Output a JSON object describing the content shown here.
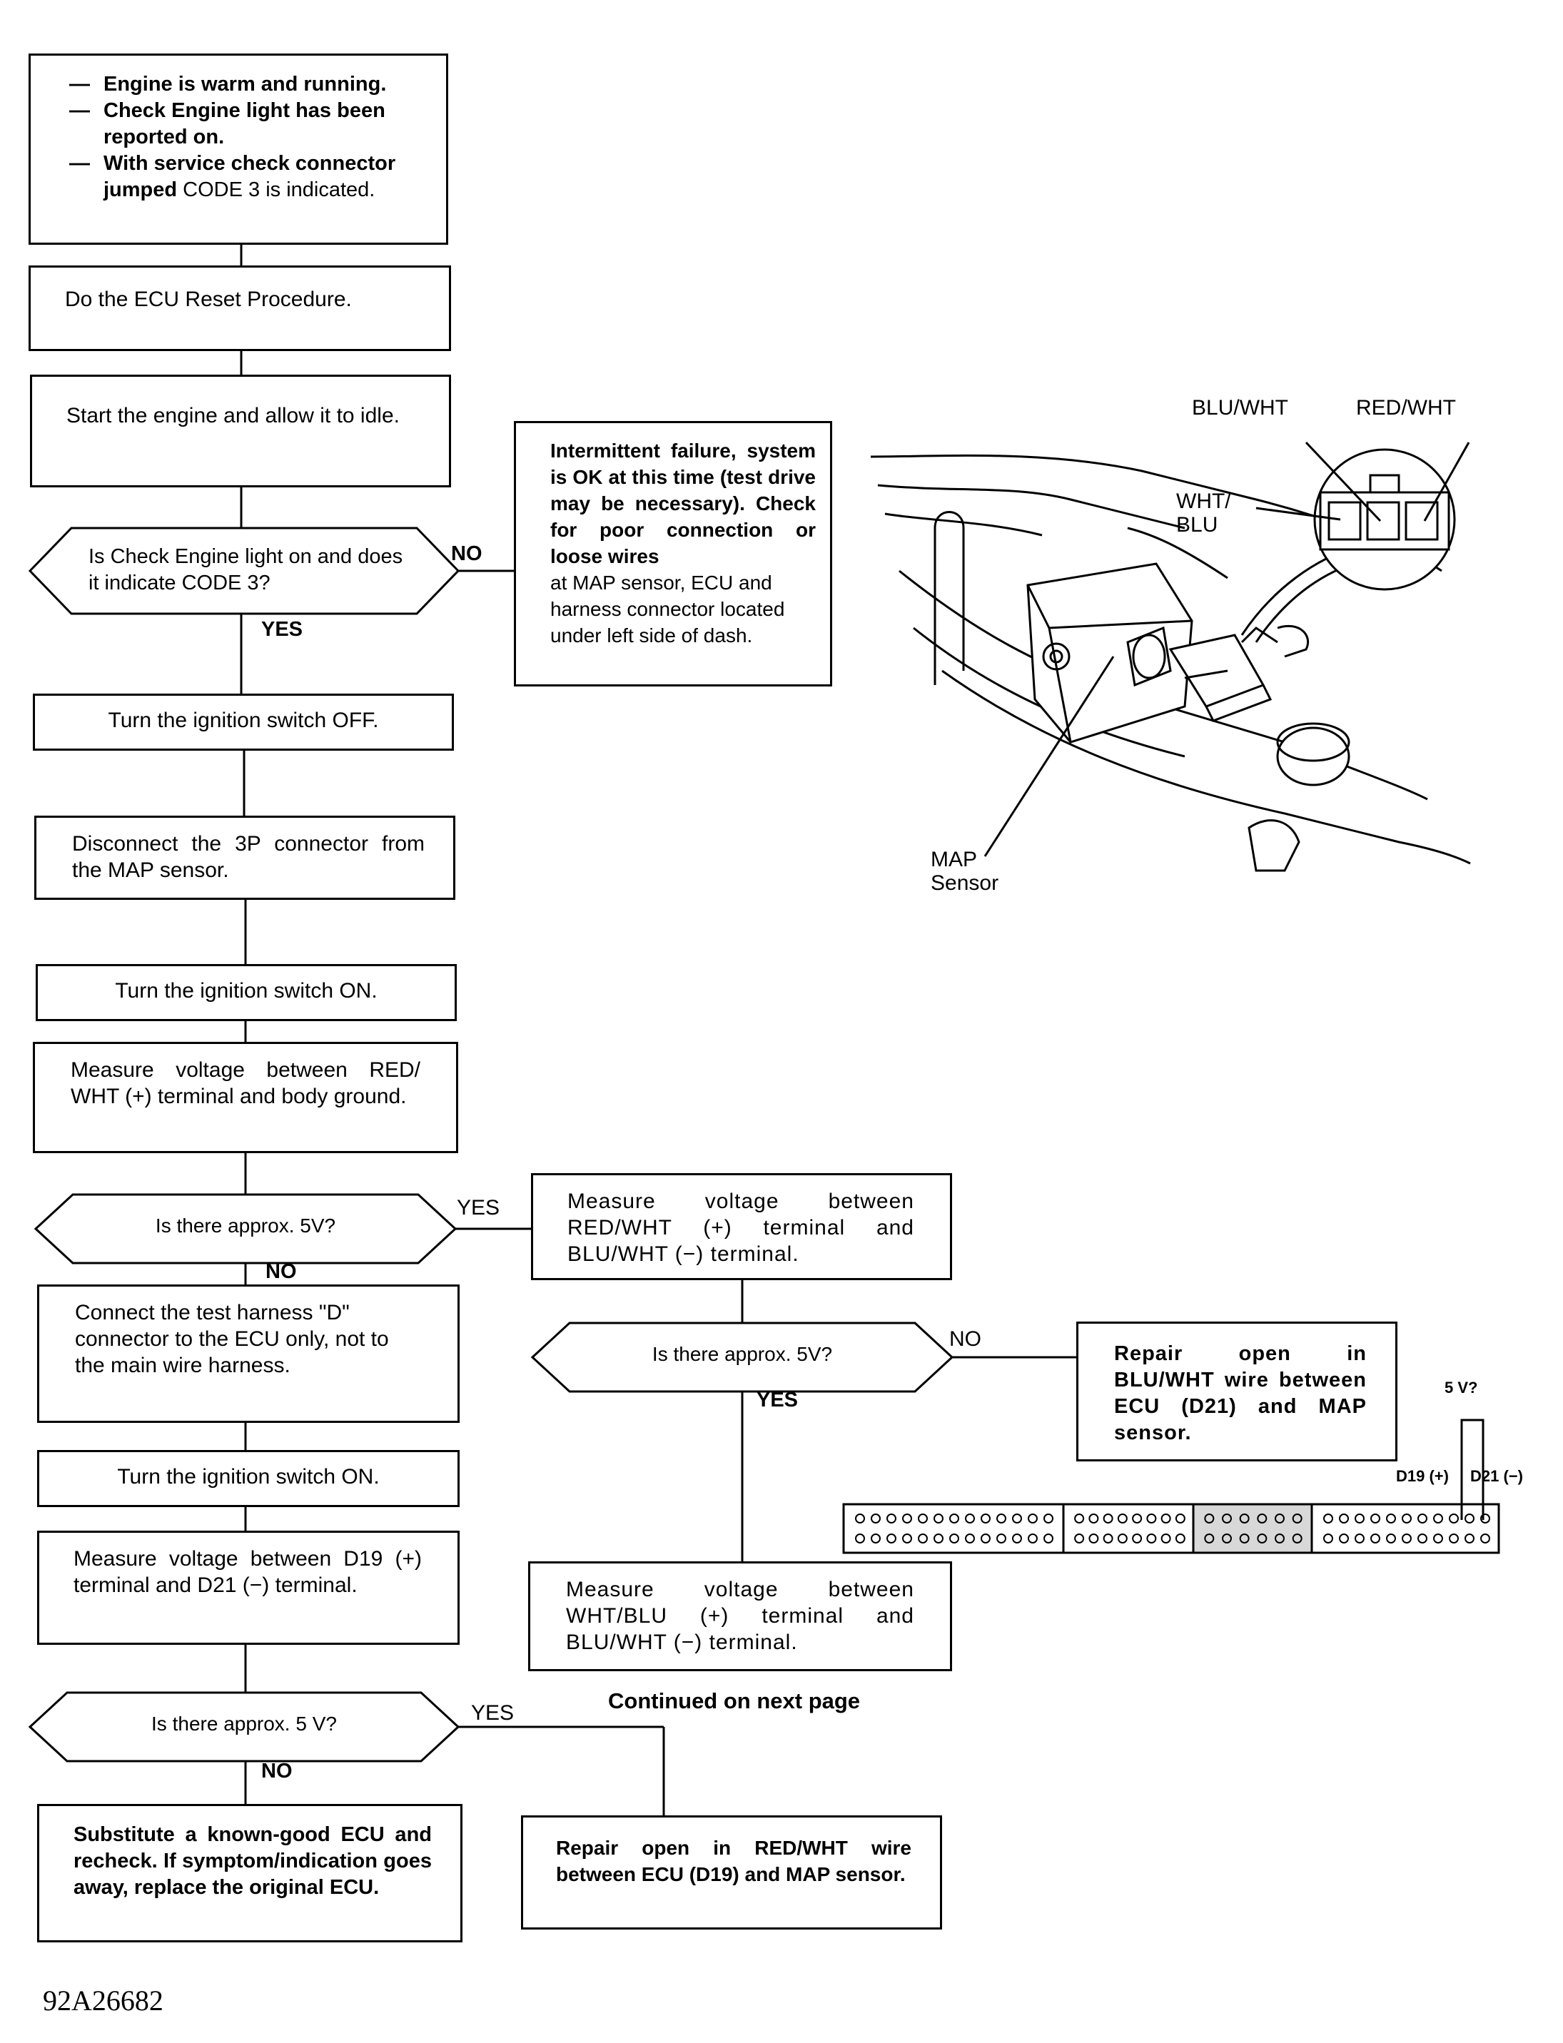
{
  "start_box": {
    "items": [
      {
        "dash": "—",
        "text": "Engine is warm and running."
      },
      {
        "dash": "—",
        "text": "Check Engine light has been reported on."
      },
      {
        "dash": "—",
        "text_bold": "With service check connector jumped",
        "text_rest": " CODE 3 is indicated."
      }
    ]
  },
  "left_flow": {
    "ecu_reset": "Do the ECU Reset Procedure.",
    "start_engine": "Start the engine and allow it to idle.",
    "q_check_engine": "Is Check Engine light on and does it indicate CODE 3?",
    "q_check_engine_yes": "YES",
    "q_check_engine_no": "NO",
    "ign_off": "Turn the ignition switch OFF.",
    "disconnect": "Disconnect the 3P connector from the MAP sensor.",
    "ign_on_1": "Turn the ignition switch ON.",
    "measure_1": "Measure voltage between RED/ WHT (+) terminal and body ground.",
    "q_5v_1": "Is there approx. 5V?",
    "q_5v_1_yes": "YES",
    "q_5v_1_no": "NO",
    "test_harness": "Connect the test harness \"D\" connector to the ECU only, not to the main wire harness.",
    "ign_on_2": "Turn the ignition switch ON.",
    "measure_d19": "Measure voltage between D19 (+) terminal and D21 (−) terminal.",
    "q_5v_3": "Is there approx. 5 V?",
    "q_5v_3_yes": "YES",
    "q_5v_3_no": "NO",
    "substitute_bold": "Substitute a known-good ECU and recheck. If symptom/indication goes away, replace the original ECU."
  },
  "intermittent": {
    "bold": "Intermittent failure, system is OK at this time (test drive may be necessary). Check for poor connection or loose wires",
    "rest": "at MAP sensor, ECU and harness connector located under left side of dash."
  },
  "right_flow": {
    "measure_red_blu": "Measure voltage between RED/WHT (+) terminal and BLU/WHT (−) terminal.",
    "q_5v_2": "Is there approx. 5V?",
    "q_5v_2_yes": "YES",
    "q_5v_2_no": "NO",
    "repair_blu": "Repair open in BLU/WHT wire between ECU (D21) and MAP sensor.",
    "measure_wht_blu": "Measure voltage between WHT/BLU (+) terminal and BLU/WHT (−) terminal.",
    "continued": "Continued on next page",
    "repair_red": "Repair open in RED/WHT wire between ECU (D19) and MAP sensor."
  },
  "illustration": {
    "blu_wht": "BLU/WHT",
    "red_wht": "RED/WHT",
    "wht_blu": "WHT/ BLU",
    "map_sensor": "MAP Sensor"
  },
  "ecu_connector": {
    "v5": "5 V?",
    "d19": "D19 (+)",
    "d21": "D21 (−)"
  },
  "figure_id": "92A26682"
}
